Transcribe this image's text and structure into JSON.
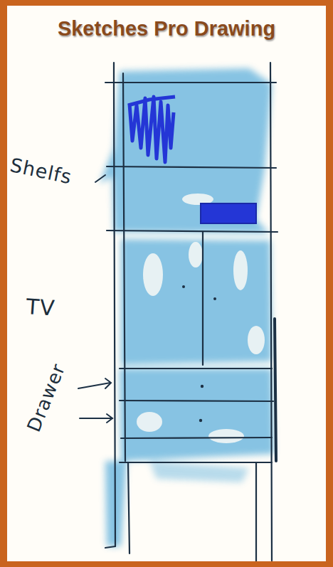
{
  "diagram": {
    "title": "Sketches Pro Drawing",
    "labels": [
      "Shelfs",
      "TV",
      "Drawer"
    ]
  }
}
